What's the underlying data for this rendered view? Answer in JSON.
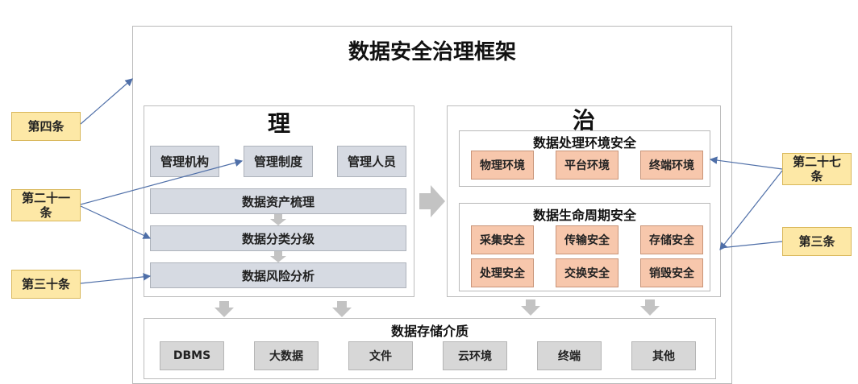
{
  "title": "数据安全治理框架",
  "left_panel": {
    "heading": "理",
    "top_items": [
      "管理机构",
      "管理制度",
      "管理人员"
    ],
    "process_steps": [
      "数据资产梳理",
      "数据分类分级",
      "数据风险分析"
    ]
  },
  "right_panel": {
    "heading": "治",
    "env_section": {
      "title": "数据处理环境安全",
      "items": [
        "物理环境",
        "平台环境",
        "终端环境"
      ]
    },
    "lifecycle_section": {
      "title": "数据生命周期安全",
      "items": [
        "采集安全",
        "传输安全",
        "存储安全",
        "处理安全",
        "交换安全",
        "销毁安全"
      ]
    }
  },
  "storage": {
    "title": "数据存储介质",
    "items": [
      "DBMS",
      "大数据",
      "文件",
      "云环境",
      "终端",
      "其他"
    ]
  },
  "left_tags": [
    "第四条",
    "第二十一\n条",
    "第三十条"
  ],
  "right_tags": [
    "第二十七\n条",
    "第三条"
  ],
  "colors": {
    "grey_box": "#d6dae2",
    "orange_box": "#f7c7ac",
    "yellow_tag": "#fde8a6",
    "arrow_grey": "#bdbdbd",
    "connector_blue": "#4f6fa8"
  }
}
